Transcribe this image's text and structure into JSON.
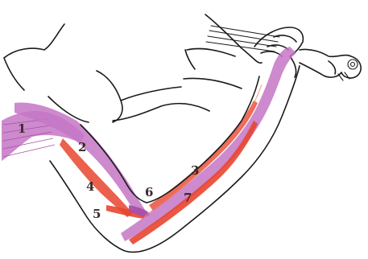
{
  "figure": {
    "colors": {
      "outline": "#1a1a1a",
      "muscle_violet": "#c476c4",
      "muscle_violet_dark": "#a84fa8",
      "muscle_red": "#e8452f",
      "muscle_red_light": "#f07a5a",
      "label_text": "#3a2a2a"
    },
    "labels": [
      {
        "id": "1",
        "text": "1"
      },
      {
        "id": "2",
        "text": "2"
      },
      {
        "id": "3",
        "text": "3"
      },
      {
        "id": "4",
        "text": "4"
      },
      {
        "id": "5",
        "text": "5"
      },
      {
        "id": "6",
        "text": "6"
      },
      {
        "id": "7",
        "text": "7"
      }
    ]
  }
}
